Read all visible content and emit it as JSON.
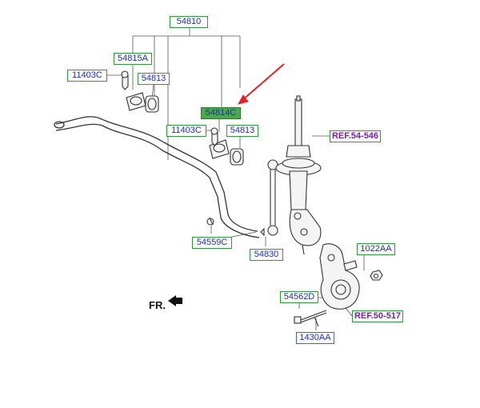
{
  "callouts": {
    "group_54810": "54810",
    "bushing_clamp_upper": "54815A",
    "bolt_upper": "11403C",
    "bushing_upper": "54813",
    "highlighted_part": "54814C",
    "bolt_lower": "11403C",
    "bushing_lower": "54813",
    "ref_strut": "REF.54-546",
    "link_nut": "54559C",
    "stabilizer_link": "54830",
    "knuckle_nut": "1022AA",
    "knuckle_bolt": "54562D",
    "ref_knuckle": "REF.50-517",
    "pin": "1430AA"
  },
  "direction_label": "FR.",
  "colors": {
    "label_border": "#2e9a3a",
    "label_text": "#1a2fbf",
    "highlight_fill": "#4ca84c",
    "ref_text": "#7b1fa8",
    "pointer_arrow": "#e8202a",
    "line_art": "#333333"
  }
}
